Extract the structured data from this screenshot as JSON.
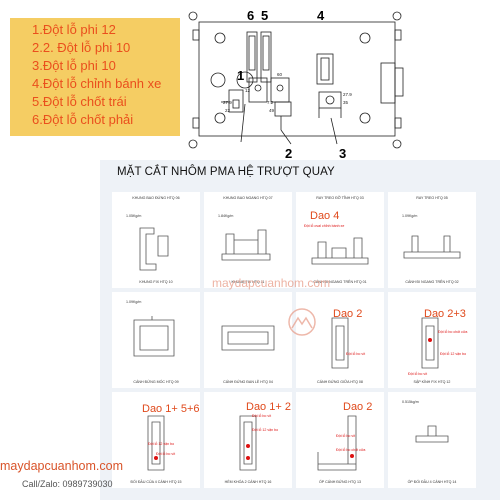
{
  "hole_list": [
    "1.Đột lỗ phi 12",
    "2.2. Đột lỗ phi 10",
    "3.Đột lỗ phi 10",
    "4.Đột lỗ chỉnh bánh xe",
    "5.Đột lỗ chốt trái",
    "6.Đột lỗ chốt phải"
  ],
  "machine": {
    "callouts": [
      "6",
      "5",
      "4",
      "1",
      "2",
      "3"
    ],
    "dims": [
      "27.9",
      "22",
      "12",
      "7.2",
      "60",
      "49",
      "27.9",
      "35"
    ]
  },
  "catalog": {
    "title": "MẶT CẮT NHÔM PMA HỆ TRƯỢT QUAY",
    "watermark": "maydapcuanhom.com",
    "cells": [
      {
        "head": "KHUNG BAO ĐỨNG HTQ 06",
        "weight": "1.05Kg/m",
        "foot": "KHUNG FIX HTQ 10"
      },
      {
        "head": "KHUNG BAO NGANG HTQ 07",
        "weight": "1.84Kg/m",
        "foot": "KHUNG FIX HTQ 11"
      },
      {
        "head": "RAY TREO ĐỠ TĨNH HTQ 03",
        "weight": "",
        "foot": "CÁNH ĐI NGANG TRÊN HTQ 01"
      },
      {
        "head": "RAY TREO HTQ 05",
        "weight": "1.09Kg/m",
        "foot": "CÁNH ĐI NGANG TRÊN HTQ 02"
      },
      {
        "head": "",
        "weight": "1.09Kg/m",
        "foot": "CÁNH ĐỨNG MÓC HTQ 09"
      },
      {
        "head": "",
        "weight": "",
        "foot": "CÁNH ĐỨNG ĐAN LỀ HTQ 04"
      },
      {
        "head": "",
        "weight": "",
        "foot": "CÁNH ĐỨNG GIỮA HTQ 08"
      },
      {
        "head": "",
        "weight": "",
        "foot": "SẬP KÍNH FIX HTQ 12"
      },
      {
        "head": "",
        "weight": "",
        "foot": "ĐỐI ĐẦU CỦA 4 CÁNH HTQ 15"
      },
      {
        "head": "",
        "weight": "",
        "foot": "HÈM KHÓA 2 CÁNH HTQ 16"
      },
      {
        "head": "",
        "weight": "",
        "foot": "ỐP CÁNH ĐỨNG HTQ 13"
      },
      {
        "head": "",
        "weight": "0.515kg/m",
        "foot": "ỐP ĐỐI ĐẦU 4 CÁNH HTQ 14"
      }
    ],
    "dao_labels": [
      "Dao 4",
      "Dao 2",
      "Dao 2+3",
      "Dao 1+ 5+6",
      "Dao 1+ 2",
      "Dao 2"
    ],
    "notes": [
      "Đột lỗ oval chỉnh bánh xe",
      "Đột lỗ bo vít",
      "Đột lỗ bo vít",
      "Đột lỗ 12 vặn bo",
      "Đột lỗ bo vít",
      "Đột lỗ bo chốt cửa",
      "Đột lỗ 12 vặn bo",
      "Đột lỗ bo vít",
      "Đột lỗ 12 vặn bo",
      "Đột lỗ bo vít",
      "Đột lỗ bo chốt cửa"
    ]
  },
  "footer": {
    "website": "maydapcuanhom.com",
    "contact": "Call/Zalo: 0989739030"
  },
  "colors": {
    "accent": "#ea4f1d",
    "list_bg": "#f5cd63"
  }
}
